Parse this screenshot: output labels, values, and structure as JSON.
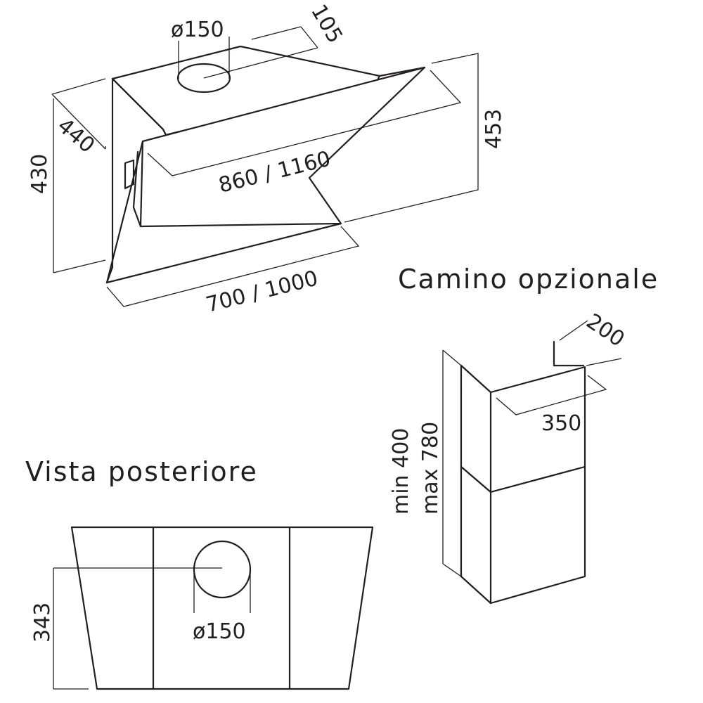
{
  "main_view": {
    "dimensions": {
      "duct_diameter": "ø150",
      "duct_offset": "105",
      "height_back": "453",
      "depth": "440",
      "height_total": "430",
      "inner_width": "860 / 1160",
      "width": "700  / 1000"
    }
  },
  "chimney": {
    "title": "Camino opzionale",
    "dimensions": {
      "depth": "200",
      "width": "350",
      "height_min": "min 400",
      "height_max": "max 780"
    }
  },
  "rear_view": {
    "title": "Vista posteriore",
    "dimensions": {
      "duct_height": "343",
      "duct_diameter": "ø150"
    }
  }
}
